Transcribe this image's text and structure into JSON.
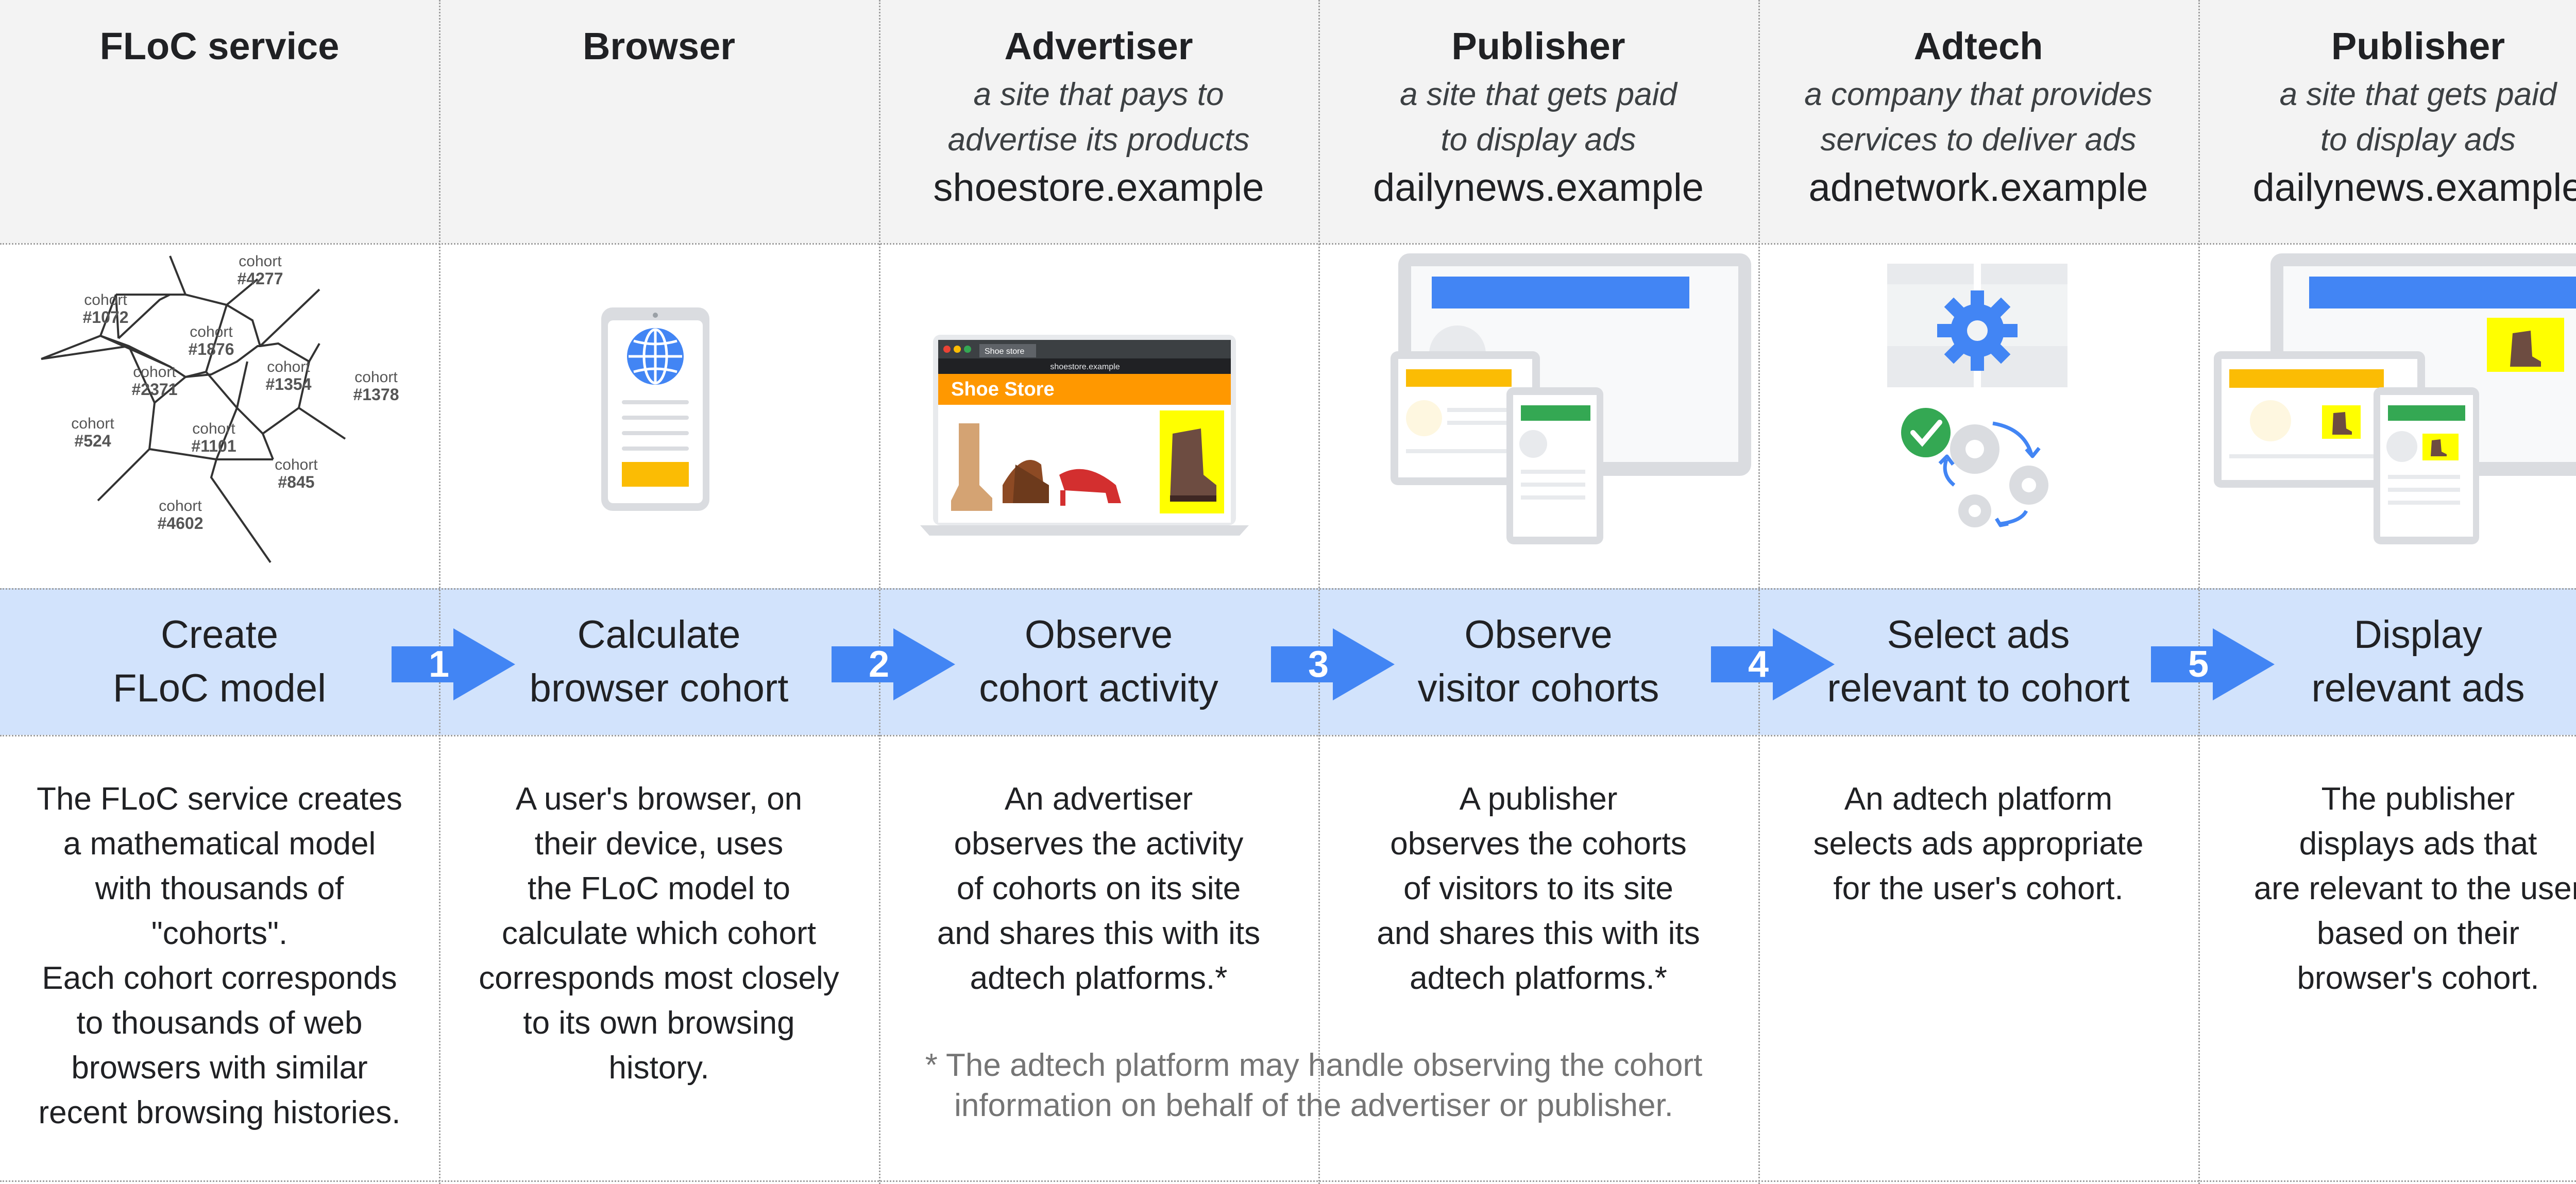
{
  "columns": [
    {
      "title": "FLoC service",
      "subtitle": "",
      "domain": "",
      "step": "Create\nFLoC model",
      "description": "The FLoC service creates\na mathematical model\nwith thousands of\n\"cohorts\".\nEach cohort corresponds\nto thousands of web\nbrowsers with similar\nrecent browsing histories."
    },
    {
      "title": "Browser",
      "subtitle": "",
      "domain": "",
      "step": "Calculate\nbrowser cohort",
      "description": "A user's browser, on\ntheir device, uses\nthe FLoC model to\ncalculate which cohort\ncorresponds most closely\nto its own browsing\nhistory."
    },
    {
      "title": "Advertiser",
      "subtitle": "a site that pays to\nadvertise its products",
      "domain": "shoestore.example",
      "step": "Observe\ncohort activity",
      "description": "An advertiser\nobserves the activity\nof cohorts on its site\nand shares this with its\nadtech platforms.*"
    },
    {
      "title": "Publisher",
      "subtitle": "a site that gets paid\nto display ads",
      "domain": "dailynews.example",
      "step": "Observe\nvisitor cohorts",
      "description": "A publisher\nobserves the cohorts\nof visitors to its site\nand shares this with its\nadtech platforms.*"
    },
    {
      "title": "Adtech",
      "subtitle": "a company that provides\nservices to deliver ads",
      "domain": "adnetwork.example",
      "step": "Select ads\nrelevant to cohort",
      "description": "An adtech platform\nselects ads appropriate\nfor the user's cohort."
    },
    {
      "title": "Publisher",
      "subtitle": "a site that gets paid\nto display ads",
      "domain": "dailynews.example",
      "step": "Display\nrelevant ads",
      "description": "The publisher\ndisplays ads that\nare relevant to the user\nbased on their\nbrowser's cohort."
    }
  ],
  "arrows": [
    "1",
    "2",
    "3",
    "4",
    "5"
  ],
  "cohorts": [
    {
      "label": "cohort",
      "id": "#4277"
    },
    {
      "label": "cohort",
      "id": "#1072"
    },
    {
      "label": "cohort",
      "id": "#1876"
    },
    {
      "label": "cohort",
      "id": "#2371"
    },
    {
      "label": "cohort",
      "id": "#1354"
    },
    {
      "label": "cohort",
      "id": "#1378"
    },
    {
      "label": "cohort",
      "id": "#524"
    },
    {
      "label": "cohort",
      "id": "#1101"
    },
    {
      "label": "cohort",
      "id": "#845"
    },
    {
      "label": "cohort",
      "id": "#4602"
    }
  ],
  "laptop": {
    "tab": "Shoe store",
    "url": "shoestore.example",
    "banner": "Shoe Store"
  },
  "footnote": "* The adtech platform may handle observing the cohort\ninformation on behalf of the advertiser or publisher.",
  "colors": {
    "header_bg": "#f3f3f3",
    "step_band": "#d2e3fc",
    "arrow": "#4285f4",
    "google_blue": "#4285f4",
    "google_yellow": "#fbbc04",
    "google_green": "#34a853",
    "ad_highlight": "#ffff00"
  }
}
